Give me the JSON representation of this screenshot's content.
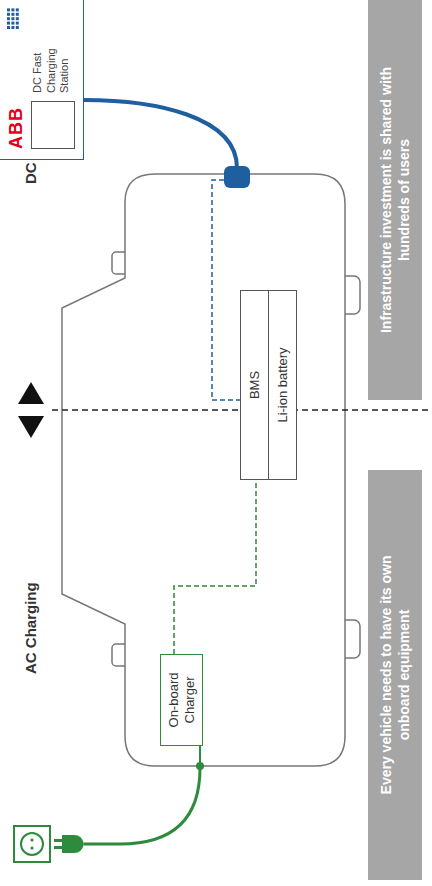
{
  "diagram": {
    "nodes": [
      {
        "text": [
          "On-board Charger"
        ]
      },
      {
        "text": [
          "BMS",
          "Li-ion battery"
        ]
      },
      {
        "text": [
          "ABB",
          "DC Fast Charging Station"
        ]
      },
      {
        "text": [
          "Every vehicle needs to have its own onboard equipment"
        ]
      },
      {
        "text": [
          "Infrastructure investment is shared with hundreds of users"
        ]
      }
    ],
    "edges": [
      {
        "from": 0,
        "to": 1,
        "arrow": "none"
      },
      {
        "from": 2,
        "to": 1,
        "arrow": "none"
      }
    ],
    "labels": [
      "AC Charging",
      "DC Charging"
    ]
  }
}
